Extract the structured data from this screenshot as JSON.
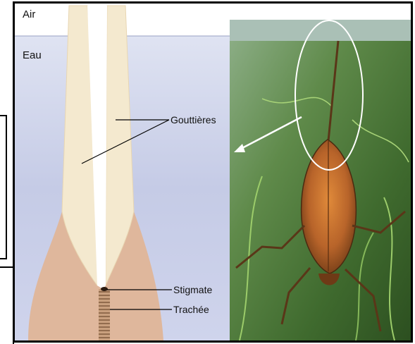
{
  "labels": {
    "air": "Air",
    "eau": "Eau",
    "gouttieres": "Gouttières",
    "stigmate": "Stigmate",
    "trachee": "Trachée"
  },
  "colors": {
    "water_blue": "#c9cfe9",
    "tube_cream": "#f4e9cf",
    "body_tan": "#dfb79c",
    "trachea_brown": "#7a5a3e",
    "photo_green": "#4f7a3a",
    "insect_brown": "#b86a2a",
    "highlight_ellipse": "#ffffff"
  }
}
